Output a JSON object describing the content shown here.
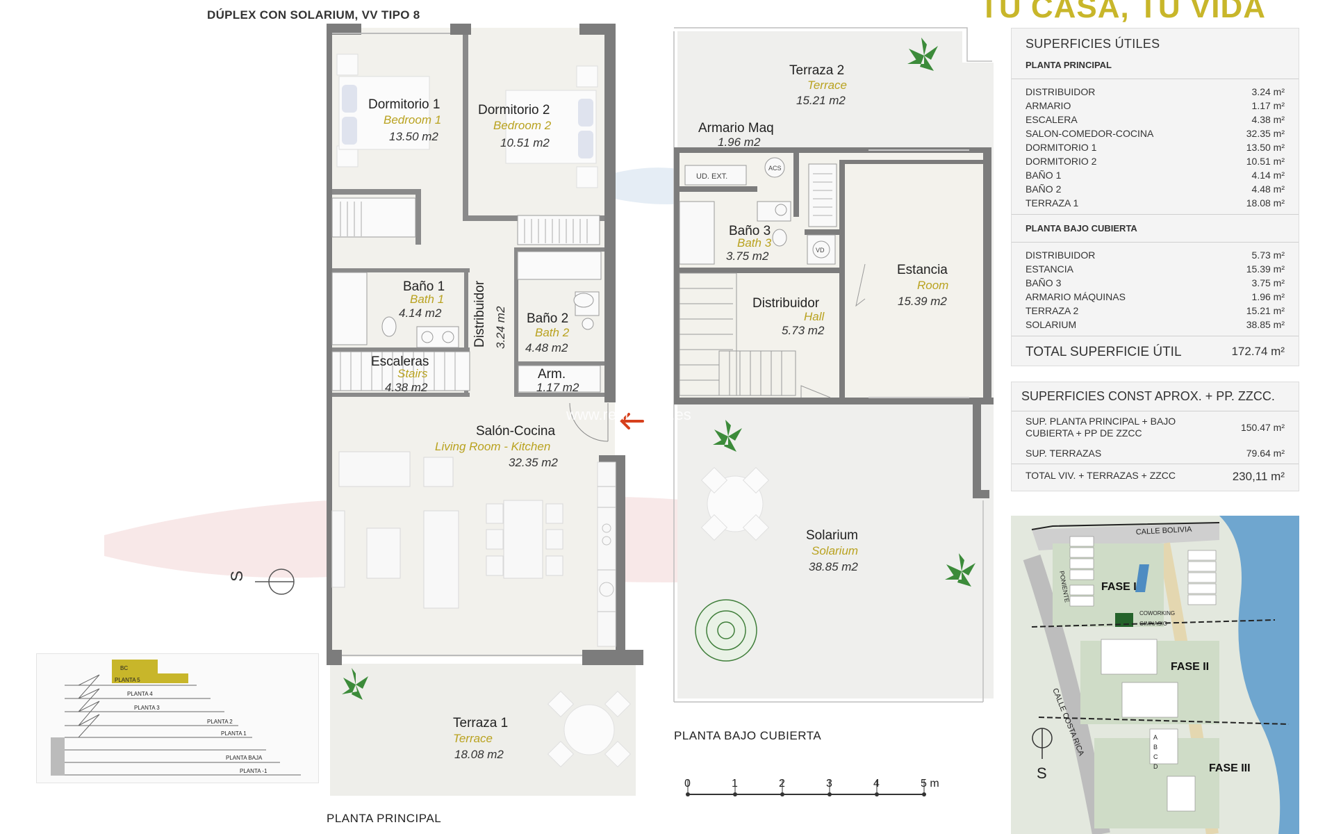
{
  "header": {
    "subtitle": "DÚPLEX CON SOLARIUM, VV TIPO 8",
    "slogan": "TU CASA, TU VIDA"
  },
  "plan_principal": {
    "caption": "PLANTA PRINCIPAL",
    "rooms": [
      {
        "name": "Dormitorio 1",
        "sub": "Bedroom 1",
        "area": "13.50 m2"
      },
      {
        "name": "Dormitorio 2",
        "sub": "Bedroom 2",
        "area": "10.51 m2"
      },
      {
        "name": "Baño 1",
        "sub": "Bath 1",
        "area": "4.14 m2"
      },
      {
        "name": "Baño 2",
        "sub": "Bath 2",
        "area": "4.48 m2"
      },
      {
        "name": "Escaleras",
        "sub": "Stairs",
        "area": "4.38 m2"
      },
      {
        "name": "Arm.",
        "area": "1.17 m2"
      },
      {
        "name": "Salón-Cocina",
        "sub": "Living Room - Kitchen",
        "area": "32.35 m2"
      },
      {
        "name": "Terraza 1",
        "sub": "Terrace",
        "area": "18.08 m2"
      }
    ],
    "distribuidor_vertical": "Distribuidor",
    "distribuidor_area_vertical": "3.24 m2",
    "north_label": "S"
  },
  "plan_bajo_cubierta": {
    "caption": "PLANTA BAJO CUBIERTA",
    "rooms": [
      {
        "name": "Terraza 2",
        "sub": "Terrace",
        "area": "15.21 m2"
      },
      {
        "name": "Armario Maq",
        "area": "1.96 m2"
      },
      {
        "name": "Baño 3",
        "sub": "Bath 3",
        "area": "3.75 m2"
      },
      {
        "name": "Distribuidor",
        "sub": "Hall",
        "area": "5.73 m2"
      },
      {
        "name": "Estancia",
        "sub": "Room",
        "area": "15.39 m2"
      },
      {
        "name": "Solarium",
        "sub": "Solarium",
        "area": "38.85 m2"
      }
    ],
    "equipment": {
      "ud_ext": "UD. EXT.",
      "acs": "ACS",
      "vd": "VD"
    }
  },
  "scale_bar": {
    "ticks": [
      "0",
      "1",
      "2",
      "3",
      "4",
      "5 m"
    ]
  },
  "watermark": "www.redhabitat.es",
  "superficies_utiles": {
    "title": "SUPERFICIES ÚTILES",
    "sections": [
      {
        "heading": "PLANTA PRINCIPAL",
        "rows": [
          {
            "label": "DISTRIBUIDOR",
            "value": "3.24 m²"
          },
          {
            "label": "ARMARIO",
            "value": "1.17 m²"
          },
          {
            "label": "ESCALERA",
            "value": "4.38 m²"
          },
          {
            "label": "SALON-COMEDOR-COCINA",
            "value": "32.35 m²"
          },
          {
            "label": "DORMITORIO 1",
            "value": "13.50 m²"
          },
          {
            "label": "DORMITORIO 2",
            "value": "10.51 m²"
          },
          {
            "label": "BAÑO 1",
            "value": "4.14 m²"
          },
          {
            "label": "BAÑO 2",
            "value": "4.48 m²"
          },
          {
            "label": "TERRAZA 1",
            "value": "18.08 m²"
          }
        ]
      },
      {
        "heading": "PLANTA BAJO CUBIERTA",
        "rows": [
          {
            "label": "DISTRIBUIDOR",
            "value": "5.73 m²"
          },
          {
            "label": "ESTANCIA",
            "value": "15.39 m²"
          },
          {
            "label": "BAÑO 3",
            "value": "3.75 m²"
          },
          {
            "label": "ARMARIO MÁQUINAS",
            "value": "1.96 m²"
          },
          {
            "label": "TERRAZA 2",
            "value": "15.21 m²"
          },
          {
            "label": "SOLARIUM",
            "value": "38.85 m²"
          }
        ]
      }
    ],
    "total_label": "TOTAL SUPERFICIE ÚTIL",
    "total_value": "172.74 m²"
  },
  "superficies_const": {
    "title": "SUPERFICIES CONST APROX. + PP. ZZCC.",
    "rows": [
      {
        "label": "SUP. PLANTA PRINCIPAL + BAJO CUBIERTA + PP DE ZZCC",
        "value": "150.47 m²"
      },
      {
        "label": "SUP. TERRAZAS",
        "value": "79.64 m²"
      }
    ],
    "total_label": "TOTAL VIV. + TERRAZAS + ZZCC",
    "total_value": "230,11 m²"
  },
  "site_map": {
    "street_1": "CALLE BOLIVIA",
    "street_2": "CALLE COSTA RICA",
    "street_3": "PONIENTE",
    "phases": [
      "FASE I",
      "FASE II",
      "FASE III"
    ],
    "amenity_1": "COWORKING",
    "amenity_2": "GIMNASIO",
    "blocks": [
      "A",
      "B",
      "C",
      "D"
    ],
    "north_label": "S"
  },
  "section_view": {
    "levels": [
      "BC",
      "PLANTA 5",
      "PLANTA 4",
      "PLANTA 3",
      "PLANTA 2",
      "PLANTA 1",
      "PLANTA BAJA",
      "PLANTA -1"
    ]
  }
}
